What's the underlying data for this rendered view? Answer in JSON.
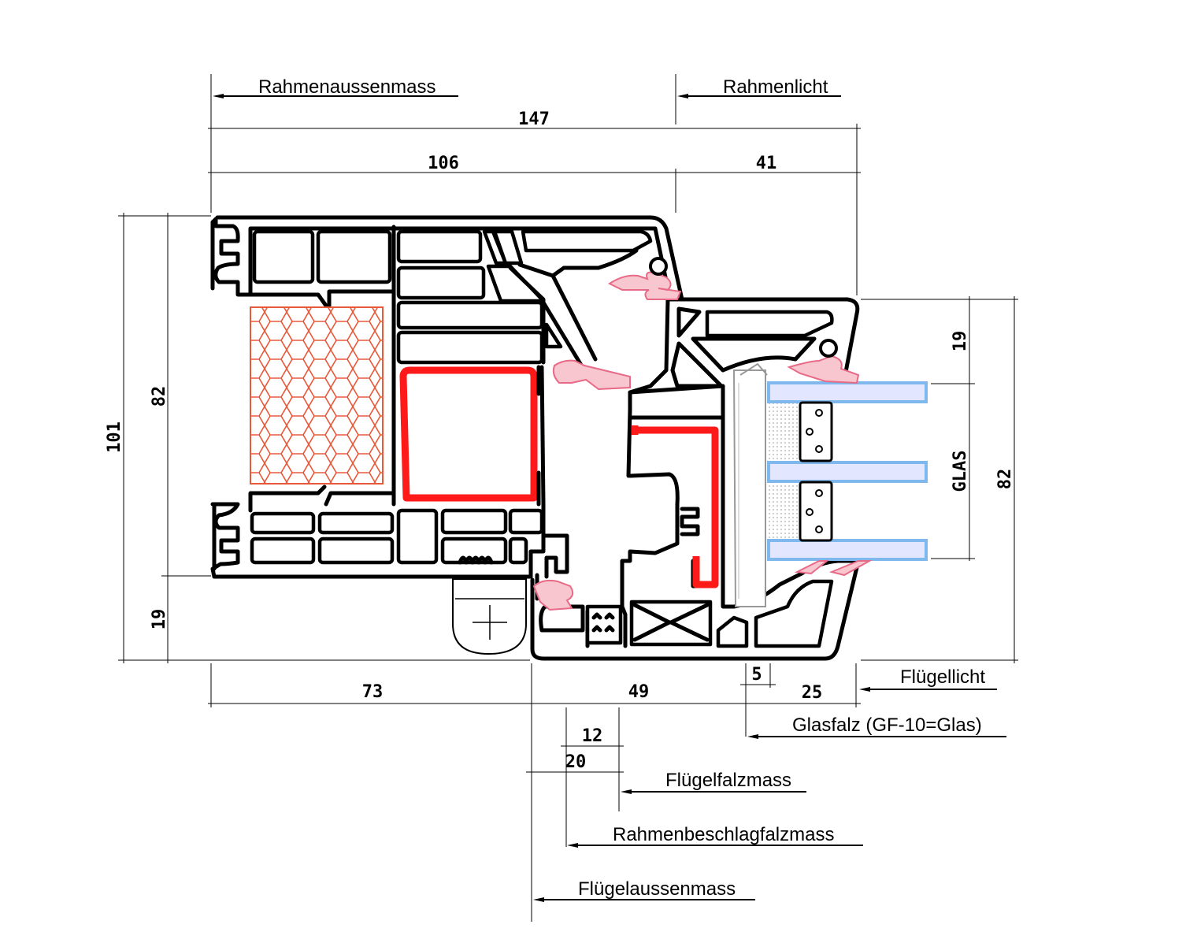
{
  "labels": {
    "rahmenaussenmass": "Rahmenaussenmass",
    "rahmenlicht": "Rahmenlicht",
    "fluegellicht": "Flügellicht",
    "glasfalz": "Glasfalz (GF-10=Glas)",
    "fluegelfalzmass": "Flügelfalzmass",
    "rahmenbeschlagfalzmass": "Rahmenbeschlagfalzmass",
    "fluegelaussenmass": "Flügelaussenmass",
    "glas": "GLAS"
  },
  "dimensions": {
    "total_width": "147",
    "frame_width": "106",
    "light_width": "41",
    "total_height": "101",
    "frame_height": "82",
    "frame_bottom": "19",
    "glass_top": "19",
    "glass_height": "82",
    "bottom_left": "73",
    "sash_width": "49",
    "sash_light": "25",
    "glass_rebate": "5",
    "sash_rebate": "12",
    "fitting_rebate": "20"
  },
  "colors": {
    "steel": "#ff1a1a",
    "insulation": "#e8583a",
    "gasket": "#f7c6cf",
    "glass_fill": "#e2e7ff",
    "glass_edge": "#7fb8ec"
  }
}
